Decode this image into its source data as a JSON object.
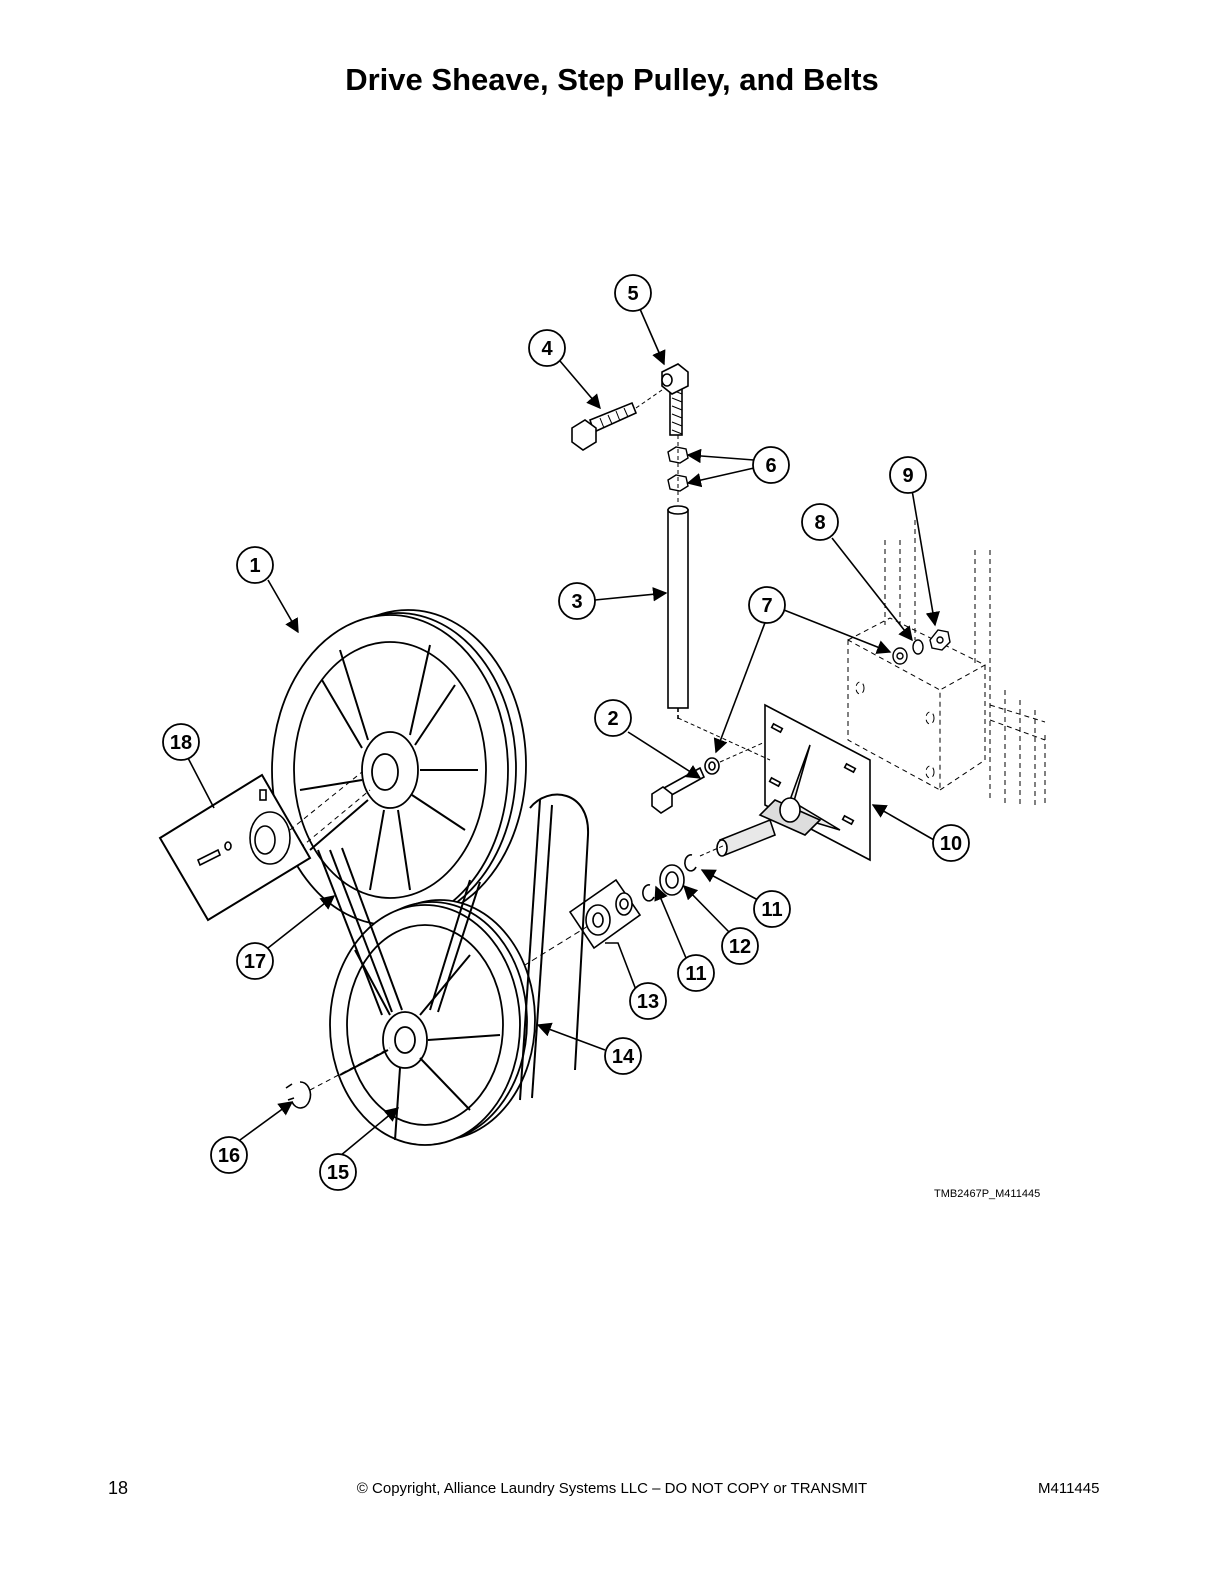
{
  "page": {
    "title": "Drive Sheave, Step Pulley, and Belts",
    "figure_id": "TMB2467P_M411445",
    "page_number": "18",
    "copyright": "© Copyright, Alliance Laundry Systems LLC – DO NOT COPY or TRANSMIT",
    "doc_number": "M411445"
  },
  "callouts": [
    {
      "label": "1"
    },
    {
      "label": "2"
    },
    {
      "label": "3"
    },
    {
      "label": "4"
    },
    {
      "label": "5"
    },
    {
      "label": "6"
    },
    {
      "label": "7"
    },
    {
      "label": "8"
    },
    {
      "label": "9"
    },
    {
      "label": "10"
    },
    {
      "label": "11"
    },
    {
      "label": "11"
    },
    {
      "label": "12"
    },
    {
      "label": "13"
    },
    {
      "label": "14"
    },
    {
      "label": "15"
    },
    {
      "label": "16"
    },
    {
      "label": "17"
    },
    {
      "label": "18"
    }
  ]
}
